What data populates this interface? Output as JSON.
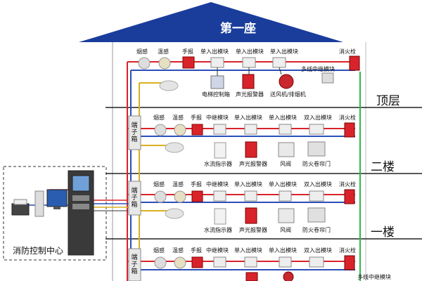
{
  "building": {
    "title": "第一座",
    "control_center": "消防控制中心",
    "junction_box": [
      "端",
      "子",
      "箱"
    ]
  },
  "floors": [
    {
      "name": "顶层",
      "top_labels": [
        "烟感",
        "温感",
        "手报",
        "单入出模块",
        "单入出模块",
        "单入出模块",
        "消火栓"
      ],
      "relay_label": "多线中继模块",
      "bottom_labels": [
        "电梯控制箱",
        "声光报警器",
        "送风机/排烟机"
      ]
    },
    {
      "name": "二楼",
      "top_labels": [
        "烟感",
        "温感",
        "手报",
        "中继模块",
        "单入出模块",
        "单入出模块",
        "双入出模块",
        "消火栓"
      ],
      "bottom_labels": [
        "水流指示器",
        "声光报警器",
        "风阀",
        "防火卷帘门"
      ]
    },
    {
      "name": "一楼",
      "top_labels": [
        "烟感",
        "温感",
        "手报",
        "中继模块",
        "单入出模块",
        "单入出模块",
        "双入出模块",
        "消火栓"
      ],
      "bottom_labels": [
        "水流指示器",
        "声光报警器",
        "风阀",
        "防火卷帘门"
      ]
    },
    {
      "name": "",
      "top_labels": [
        "烟感",
        "温感",
        "手报",
        "中继模块",
        "单入出模块",
        "单入出模块",
        "双入出模块",
        "消火栓"
      ],
      "relay_label": "多线中继模块",
      "bottom_labels": []
    }
  ],
  "colors": {
    "roof": "#1a3d9c",
    "bus_red": "#d9232a",
    "bus_blue": "#2b4fb8",
    "bus_yellow": "#d9b021",
    "bus_green": "#2fb84a",
    "floor_line": "#222222"
  }
}
